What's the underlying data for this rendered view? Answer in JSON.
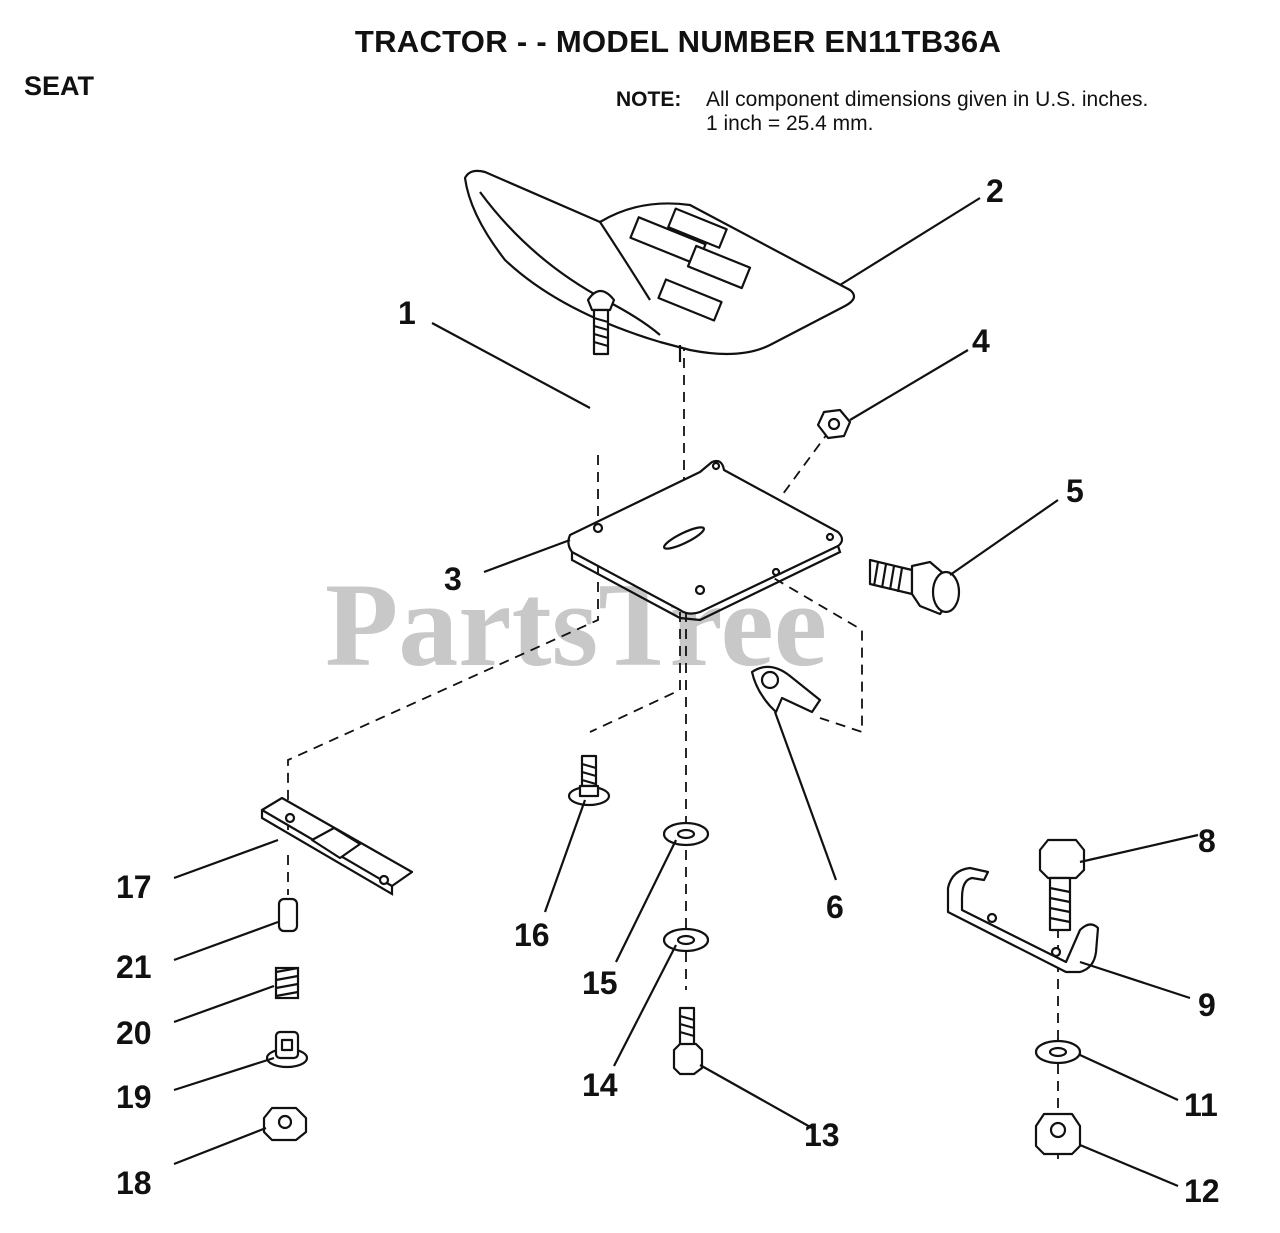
{
  "header": {
    "title": "TRACTOR - - MODEL NUMBER EN11TB36A",
    "section": "SEAT",
    "note_label": "NOTE:",
    "note_line1": "All component dimensions given in U.S. inches.",
    "note_line2": "1 inch = 25.4 mm."
  },
  "watermark": "PartsTree",
  "callouts": [
    "1",
    "2",
    "3",
    "4",
    "5",
    "6",
    "8",
    "9",
    "11",
    "12",
    "13",
    "14",
    "15",
    "16",
    "17",
    "18",
    "19",
    "20",
    "21"
  ]
}
